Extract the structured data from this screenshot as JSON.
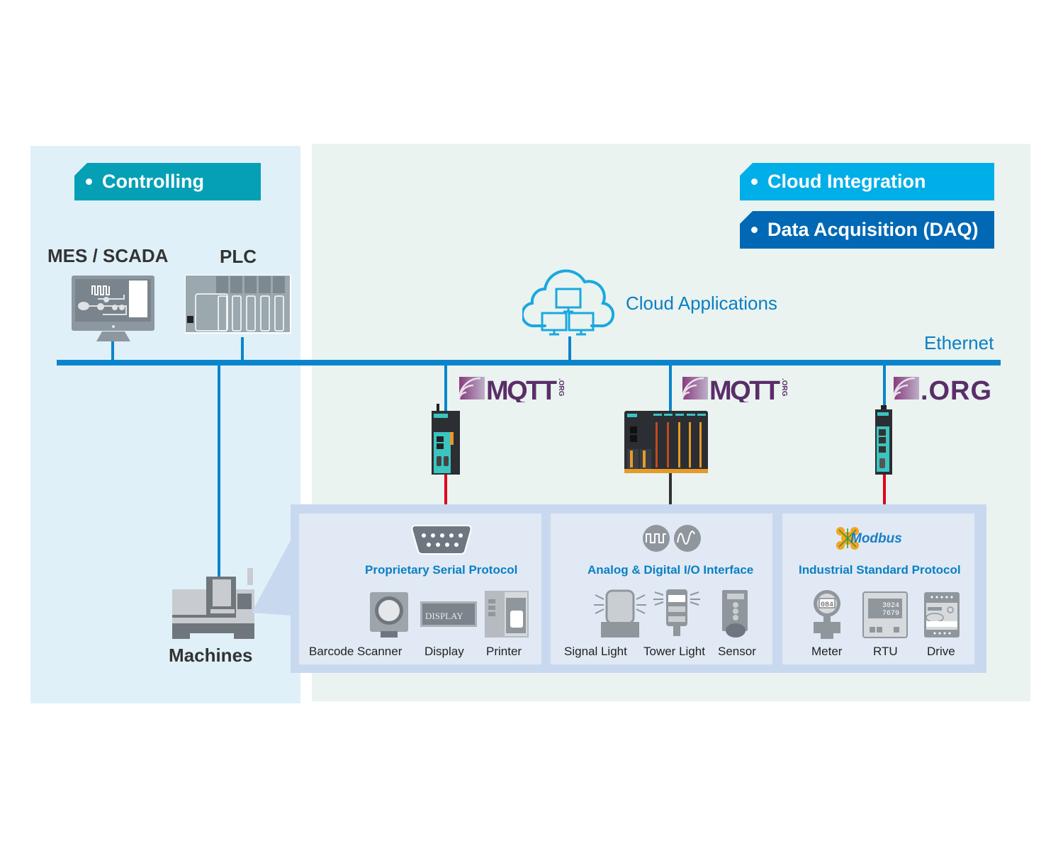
{
  "tags": {
    "controlling": "Controlling",
    "cloud_integration": "Cloud Integration",
    "daq": "Data Acquisition (DAQ)"
  },
  "colors": {
    "controlling_tag": "#05a0b5",
    "cloud_tag": "#00aee8",
    "daq_tag": "#0068b4",
    "ethernet_line": "#0a85cc",
    "serial_line": "#e0001a",
    "io_line": "#333333",
    "accent_text": "#0a7fc4"
  },
  "left_panel": {
    "mes_label": "MES / SCADA",
    "plc_label": "PLC",
    "machines_label": "Machines"
  },
  "network": {
    "cloud_label": "Cloud Applications",
    "ethernet_label": "Ethernet",
    "mqtt_logo": "MQTT",
    "mqtt_suffix": ".ORG"
  },
  "sections": [
    {
      "title": "Proprietary Serial Protocol",
      "icon": "db9-serial-port-icon",
      "devices": [
        "Barcode Scanner",
        "Display",
        "Printer"
      ]
    },
    {
      "title": "Analog & Digital I/O Interface",
      "icon": "analog-digital-signal-icon",
      "devices": [
        "Signal Light",
        "Tower Light",
        "Sensor"
      ]
    },
    {
      "title": "Industrial Standard Protocol",
      "icon": "modbus-logo",
      "logo_text": "Modbus",
      "devices": [
        "Meter",
        "RTU",
        "Drive"
      ]
    }
  ],
  "device_screens": {
    "display_text": "DISPLAY",
    "meter_value": "084",
    "rtu_line1": "3024",
    "rtu_line2": "7679"
  }
}
